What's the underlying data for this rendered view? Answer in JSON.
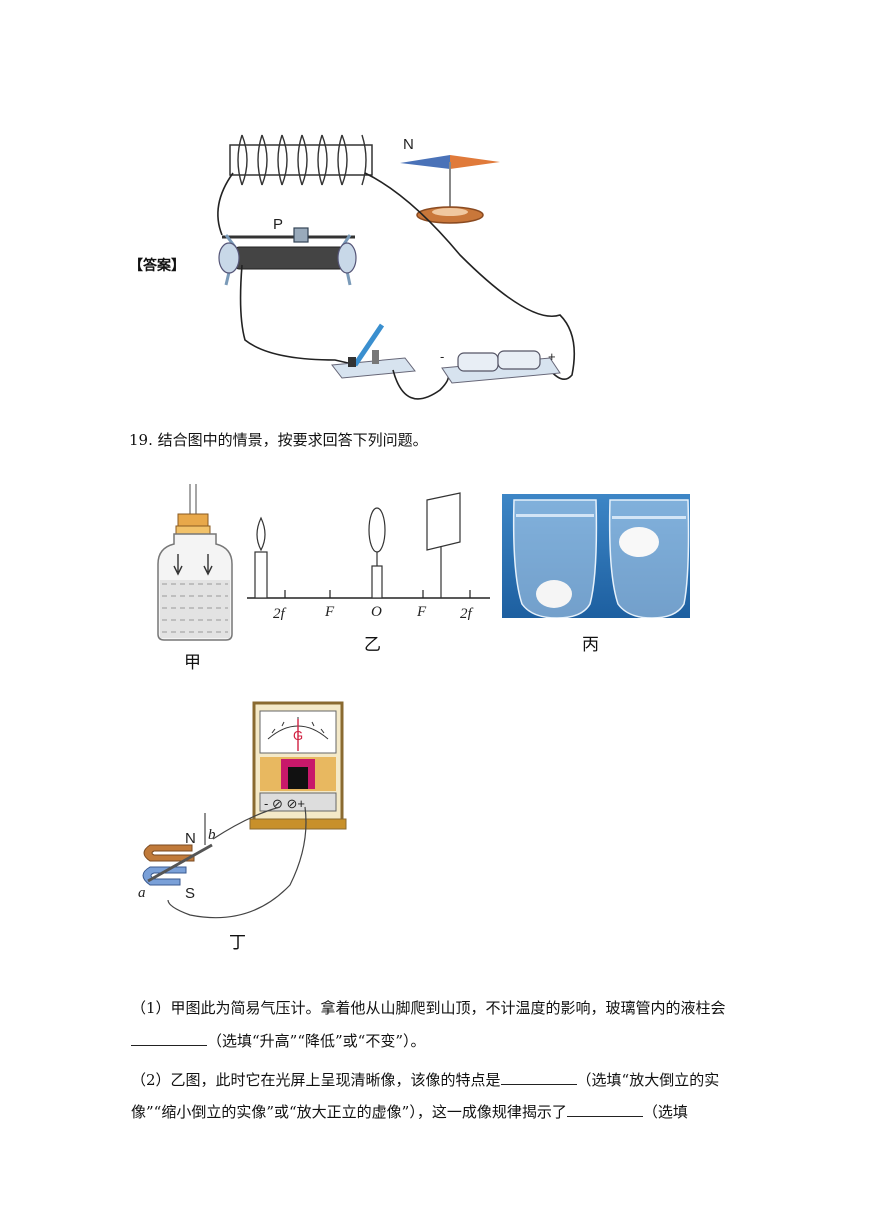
{
  "answer_label": "【答案】",
  "figure_answer": {
    "labels": {
      "north": "N",
      "slider": "P",
      "minus": "-",
      "plus": "+"
    }
  },
  "question19": {
    "text": "19.  结合图中的情景，按要求回答下列问题。"
  },
  "figures": {
    "jia": {
      "caption": "甲"
    },
    "yi": {
      "caption": "乙",
      "axis_labels": [
        "2f",
        "F",
        "O",
        "F",
        "2f"
      ]
    },
    "bing": {
      "caption": "丙"
    },
    "ding": {
      "caption": "丁",
      "labels": {
        "N": "N",
        "S": "S",
        "a": "a",
        "b": "b",
        "G": "G"
      }
    }
  },
  "parts": {
    "p1_line1": "（1）甲图此为简易气压计。拿着他从山脚爬到山顶，不计温度的影响，玻璃管内的液柱会",
    "p1_line2_after": "（选填“升高”“降低”或“不变”）。",
    "p2_line1_before": "（2）乙图，此时它在光屏上呈现清晰像，该像的特点是",
    "p2_line1_after": "（选填“放大倒立的实",
    "p2_line2_before": "像”“缩小倒立的实像”或“放大正立的虚像”），这一成像规律揭示了",
    "p2_line2_after": "（选填"
  }
}
